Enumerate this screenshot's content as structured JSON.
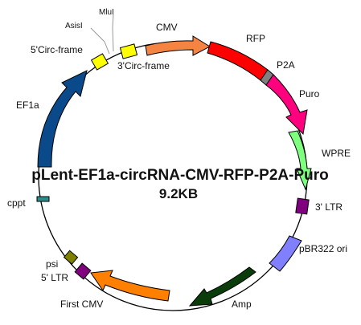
{
  "title": "pLent-EF1a-circRNA-CMV-RFP-P2A-Puro",
  "size_label": "9.2KB",
  "features": [
    {
      "name": "CMV",
      "color": "#f58442"
    },
    {
      "name": "RFP",
      "color": "#ff0000"
    },
    {
      "name": "P2A",
      "color": "#808080"
    },
    {
      "name": "Puro",
      "color": "#ff007f"
    },
    {
      "name": "WPRE",
      "color": "#7fff7f"
    },
    {
      "name": "3' LTR",
      "color": "#800080"
    },
    {
      "name": "pBR322 ori",
      "color": "#8080ff"
    },
    {
      "name": "Amp",
      "color": "#003300"
    },
    {
      "name": "First CMV",
      "color": "#ff8000"
    },
    {
      "name": "5' LTR",
      "color": "#800080"
    },
    {
      "name": "psi",
      "color": "#808000"
    },
    {
      "name": "cppt",
      "color": "#2e8b8b"
    },
    {
      "name": "EF1a",
      "color": "#0a4a8a"
    },
    {
      "name": "5'Circ-frame",
      "color": "#ffff00"
    },
    {
      "name": "3'Circ-frame",
      "color": "#ffff00"
    }
  ],
  "sites": [
    "AsisI",
    "MluI"
  ]
}
